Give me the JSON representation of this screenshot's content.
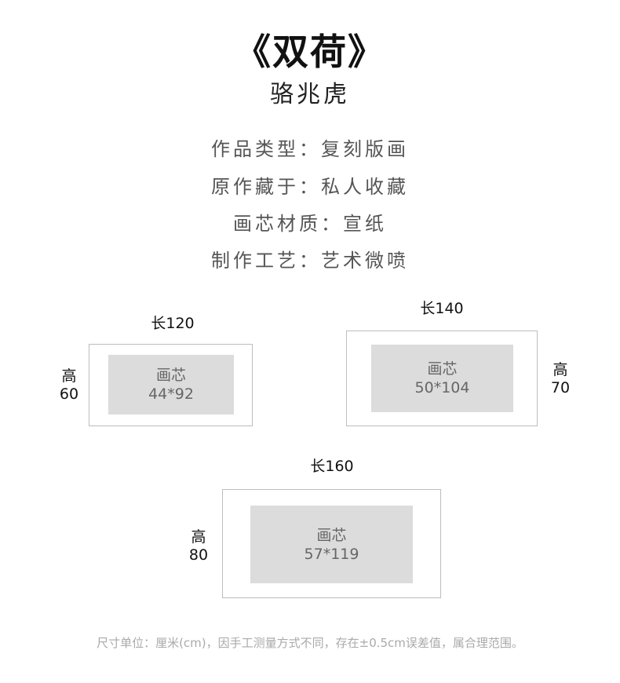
{
  "header": {
    "title": "《双荷》",
    "author": "骆兆虎"
  },
  "info": [
    "作品类型：复刻版画",
    "原作藏于：私人收藏",
    "画芯材质：宣纸",
    "制作工艺：艺术微喷"
  ],
  "sizes": [
    {
      "length_label": "长120",
      "height_label": "高",
      "height_value": "60",
      "core_label": "画芯",
      "core_size": "44*92"
    },
    {
      "length_label": "长140",
      "height_label": "高",
      "height_value": "70",
      "core_label": "画芯",
      "core_size": "50*104"
    },
    {
      "length_label": "长160",
      "height_label": "高",
      "height_value": "80",
      "core_label": "画芯",
      "core_size": "57*119"
    }
  ],
  "footer": {
    "note": "尺寸单位：厘米(cm)，因手工测量方式不同，存在±0.5cm误差值，属合理范围。"
  }
}
